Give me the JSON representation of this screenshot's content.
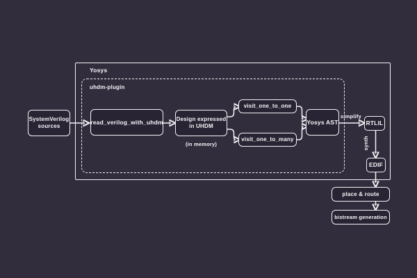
{
  "colors": {
    "background": "#312d3c",
    "node_fill": "#282433",
    "stroke": "#f4f3f6",
    "text": "#f7f6f9"
  },
  "frames": {
    "yosys": {
      "label": "Yosys"
    },
    "plugin": {
      "label": "uhdm-plugin"
    }
  },
  "nodes": {
    "sv_sources": {
      "label": "SystemVerilog\nsources"
    },
    "read_verilog": {
      "label": "read_verilog_with_uhdm"
    },
    "design_uhdm": {
      "label": "Design expressed\nin UHDM"
    },
    "visit_one": {
      "label": "visit_one_to_one"
    },
    "visit_many": {
      "label": "visit_one_to_many"
    },
    "yosys_ast": {
      "label": "Yosys AST"
    },
    "rtlil": {
      "label": "RTLIL"
    },
    "edif": {
      "label": "EDIF"
    },
    "place_route": {
      "label": "place & route"
    },
    "bitstream": {
      "label": "bistream generation"
    }
  },
  "annotations": {
    "in_memory": "(in memory)",
    "simplify": "simplify",
    "synth": "synth"
  }
}
